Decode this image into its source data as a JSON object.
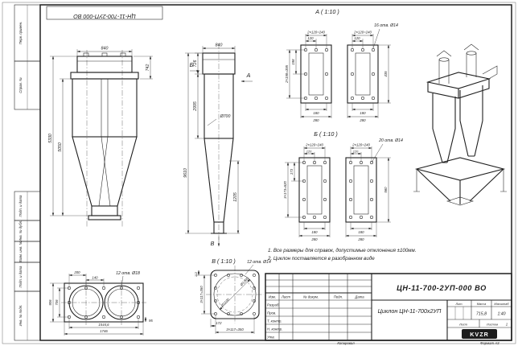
{
  "doc": {
    "number": "ЦН-11-700-2УП-000 ВО",
    "name": "Циклон ЦН-11-700х2УП",
    "mass": "715,8",
    "scale": "1:40",
    "kopiroval": "Копировал",
    "format_note": "Формат А3",
    "logo": "KVZR"
  },
  "frame": {
    "side_labels": [
      "Перв. примен.",
      "Справ. №",
      "Подп. и дата",
      "Инв. № дубл.",
      "Взам. инв. №",
      "Подп. и дата",
      "Инв. № подл."
    ]
  },
  "notes": {
    "line1": "1. Все размеры для справок, допустимые отклонения ±100мм.",
    "line2": "2. Циклон поставляется в разобранном виде"
  },
  "front_view": {
    "dim_top_width": "840",
    "dim_head_height": "742",
    "dim_body_height": "5050",
    "dim_total_height": "5330"
  },
  "side_view": {
    "dim_top_width": "840",
    "dim_head_height": "726",
    "dim_cyl_height": "2995",
    "dim_total_height": "9610",
    "dim_diameter": "Ø700",
    "dim_cone_bottom": "1205",
    "arrow_a": "А",
    "arrow_b": "Б",
    "arrow_v": "В"
  },
  "view_a": {
    "title": "А ( 1:10 )",
    "holes": "16 отв. Ø14",
    "dim_h_chain": "2×120=240",
    "dim_h_step": "120",
    "dim_v_step": "198",
    "dim_v_chain": "2×198=395",
    "dim_width_inner": "180",
    "dim_width_outer": "280",
    "dim_height_outer": "435"
  },
  "view_b": {
    "title": "Б ( 1:10 )",
    "holes": "20 отв. Ø14",
    "dim_h_chain": "2×120=240",
    "dim_h_step": "120",
    "dim_v_step": "173",
    "dim_v_chain": "3×173=520",
    "dim_width_inner": "180",
    "dim_width_outer": "280",
    "dim_height_outer": "560"
  },
  "view_v": {
    "title": "В ( 1:10 )",
    "holes": "12 отв. Ø14",
    "dim_corner": "172",
    "dim_corner2": "112",
    "dim_chain_h": "3×117=350",
    "dim_chain_v": "3×117=350",
    "dim_circle1": "Ø1200",
    "dim_circle2": "Ø1100"
  },
  "bottom_view": {
    "dim_200": "200",
    "dim_140": "140",
    "holes": "12 отв. Ø18",
    "dim_depth_outer": "906",
    "dim_depth_inner": "706",
    "dim_width_inner": "1544,6",
    "dim_width_outer": "1746",
    "dim_95": "95"
  },
  "title_block": {
    "col_izm": "Изм.",
    "col_list": "Лист",
    "col_doc": "№ докум.",
    "col_podp": "Подп.",
    "col_data": "Дата",
    "row_razrab": "Разраб.",
    "row_prov": "Пров.",
    "row_tkontr": "Т. контр.",
    "row_nkontr": "Н. контр.",
    "row_utv": "Утв.",
    "lit_label": "Лит.",
    "mass_label": "Масса",
    "scale_label": "Масштаб",
    "list_label": "Лист",
    "listov_label": "Листов",
    "listov_value": "1"
  }
}
